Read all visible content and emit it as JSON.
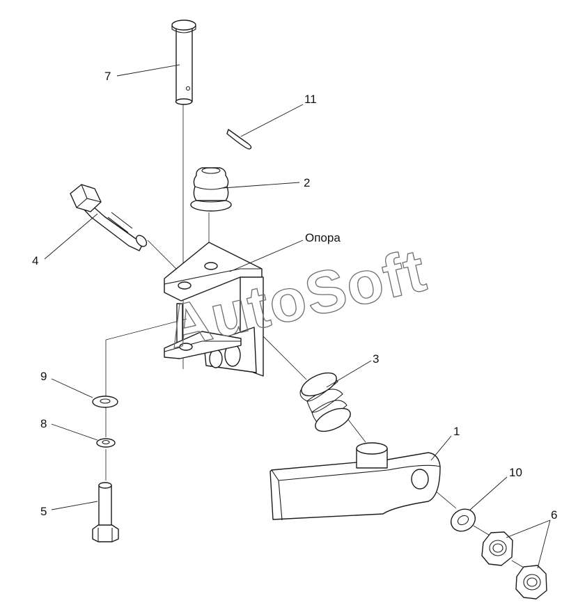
{
  "watermark": "AutoSoft",
  "callouts": {
    "c1": "1",
    "c2": "2",
    "c3": "3",
    "c4": "4",
    "c5": "5",
    "c6": "6",
    "c7": "7",
    "c8": "8",
    "c9": "9",
    "c10": "10",
    "c11": "11",
    "support": "Опора"
  },
  "colors": {
    "line": "#1a1a1a",
    "watermark": "#6e6e6e",
    "background": "#ffffff"
  }
}
